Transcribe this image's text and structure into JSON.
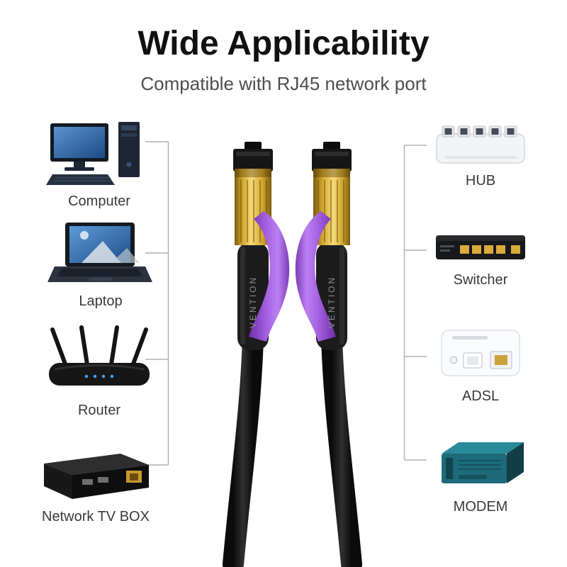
{
  "header": {
    "title": "Wide Applicability",
    "subtitle": "Compatible with RJ45 network port"
  },
  "left_devices": [
    {
      "label": "Computer",
      "icon": "desktop-computer-icon"
    },
    {
      "label": "Laptop",
      "icon": "laptop-icon"
    },
    {
      "label": "Router",
      "icon": "wifi-router-icon"
    },
    {
      "label": "Network TV BOX",
      "icon": "tv-box-icon"
    }
  ],
  "right_devices": [
    {
      "label": "HUB",
      "icon": "network-hub-icon"
    },
    {
      "label": "Switcher",
      "icon": "network-switch-icon"
    },
    {
      "label": "ADSL",
      "icon": "adsl-modem-icon"
    },
    {
      "label": "MODEM",
      "icon": "modem-icon"
    }
  ],
  "cable": {
    "brand": "VENTION"
  },
  "colors": {
    "background": "#ffffff",
    "title_text": "#111111",
    "subtitle_text": "#4d4d4d",
    "label_text": "#3a3a3a",
    "bracket_line": "#b2b2b2",
    "connector_gold": "#d9ae3c",
    "boot_purple": "#a763e3",
    "cable_black": "#1c1c1c",
    "switch_port_yellow": "#d9aa3c",
    "modem_teal": "#1d6b7a"
  }
}
